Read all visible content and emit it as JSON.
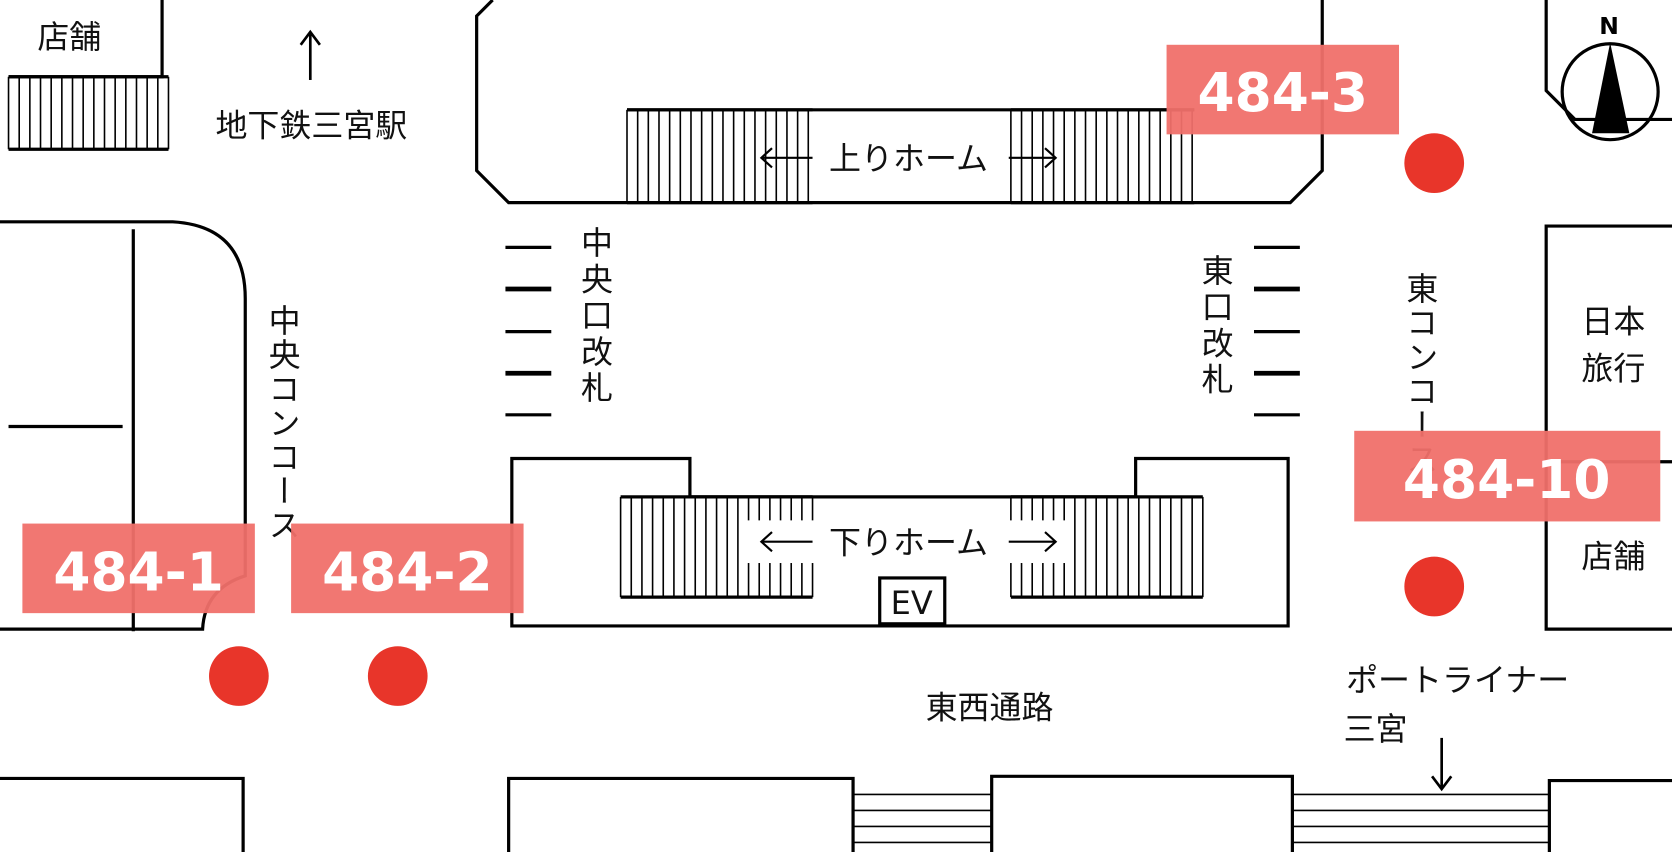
{
  "colors": {
    "label_bg": "#f0706a",
    "marker": "#e8352a",
    "line": "#000000"
  },
  "compass": {
    "north_label": "N",
    "icon": "north-arrow-icon"
  },
  "labels": {
    "shop_top_left": "店舗",
    "subway": "地下鉄三宮駅",
    "up_platform": "上りホーム",
    "down_platform": "下りホーム",
    "central_gate": "中央口改札",
    "east_gate": "東口改札",
    "central_concourse": "中央コンコース",
    "east_concourse": "東コンコース",
    "nippon_travel_1": "日本",
    "nippon_travel_2": "旅行",
    "shop_right": "店舗",
    "ev": "EV",
    "east_west_passage": "東西通路",
    "portliner_1": "ポートライナー",
    "portliner_2": "三宮"
  },
  "stops": [
    {
      "id": "484-1"
    },
    {
      "id": "484-2"
    },
    {
      "id": "484-3"
    },
    {
      "id": "484-10"
    }
  ]
}
